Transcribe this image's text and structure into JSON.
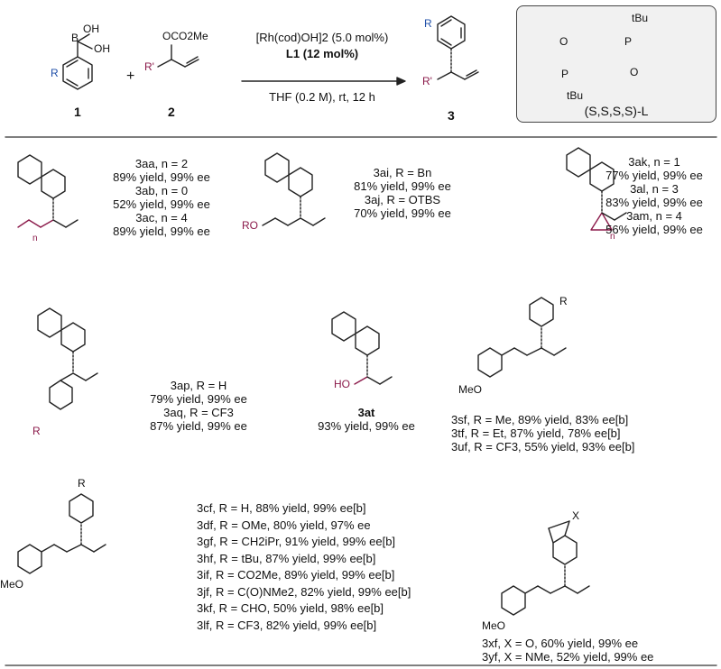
{
  "header": {
    "reactant1_label": "1",
    "reactant2_label": "2",
    "product_label": "3",
    "atom_OH_top": "OH",
    "atom_B": "B",
    "atom_OH_side": "OH",
    "atom_R": "R",
    "atom_OCO2Me": "OCO2Me",
    "atom_Rprime": "R'",
    "plus": "+",
    "cond_line1": "[Rh(cod)OH]2 (5.0 mol%)",
    "cond_line2": "L1 (12 mol%)",
    "cond_line3": "THF (0.2 M), rt, 12 h",
    "prod_R": "R",
    "prod_Rprime": "R'",
    "ligand_label": "(S,S,S,S)-L",
    "ligand_tBu_top": "tBu",
    "ligand_tBu_bottom": "tBu",
    "ligand_P": "P",
    "ligand_O": "O"
  },
  "entries": {
    "e1": {
      "lines": [
        "3aa, n = 2",
        "89% yield, 99% ee",
        "3ab, n = 0",
        "52% yield, 99% ee",
        "3ac, n = 4",
        "89% yield, 99% ee"
      ]
    },
    "e2": {
      "lines": [
        "3ai, R = Bn",
        "81% yield, 99% ee",
        "3aj, R = OTBS",
        "70% yield, 99% ee"
      ]
    },
    "e3": {
      "lines": [
        "3ak, n = 1",
        "77% yield, 99% ee",
        "3al, n = 3",
        "83% yield, 99% ee",
        "3am, n = 4",
        "56% yield, 99% ee"
      ]
    },
    "e4": {
      "lines": [
        "3ap, R = H",
        "79% yield, 99% ee",
        "3aq, R = CF3",
        "87% yield, 99% ee"
      ]
    },
    "e5": {
      "lines": [
        "3at",
        "93% yield, 99% ee"
      ]
    },
    "e6": {
      "lines": [
        "3sf, R = Me, 89% yield, 83% ee[b]",
        "3tf, R = Et, 87% yield, 78% ee[b]",
        "3uf, R = CF3, 55% yield, 93% ee[b]"
      ]
    },
    "e7": {
      "lines": [
        "3cf, R = H, 88% yield, 99% ee[b]",
        "3df, R = OMe, 80% yield, 97% ee",
        "3gf, R = CH2iPr, 91% yield, 99% ee[b]",
        "3hf, R = tBu, 87% yield, 99% ee[b]",
        "3if, R = CO2Me, 89% yield, 99% ee[b]",
        "3jf, R = C(O)NMe2, 82% yield, 99% ee[b]",
        "3kf, R = CHO, 50% yield, 98% ee[b]",
        "3lf, R = CF3, 82% yield, 99% ee[b]"
      ]
    },
    "e8": {
      "lines": [
        "3xf, X = O, 60% yield, 99% ee",
        "3yf, X = NMe, 52% yield, 99% ee"
      ]
    }
  },
  "struct_labels": {
    "n": "n",
    "RO": "RO",
    "R": "R",
    "HO": "HO",
    "MeO": "MeO",
    "X": "X"
  },
  "colors": {
    "substituent_blue": "#1f4fa8",
    "substituent_purple": "#8b1a4a",
    "ligand_box_fill": "#f1f1f1"
  }
}
